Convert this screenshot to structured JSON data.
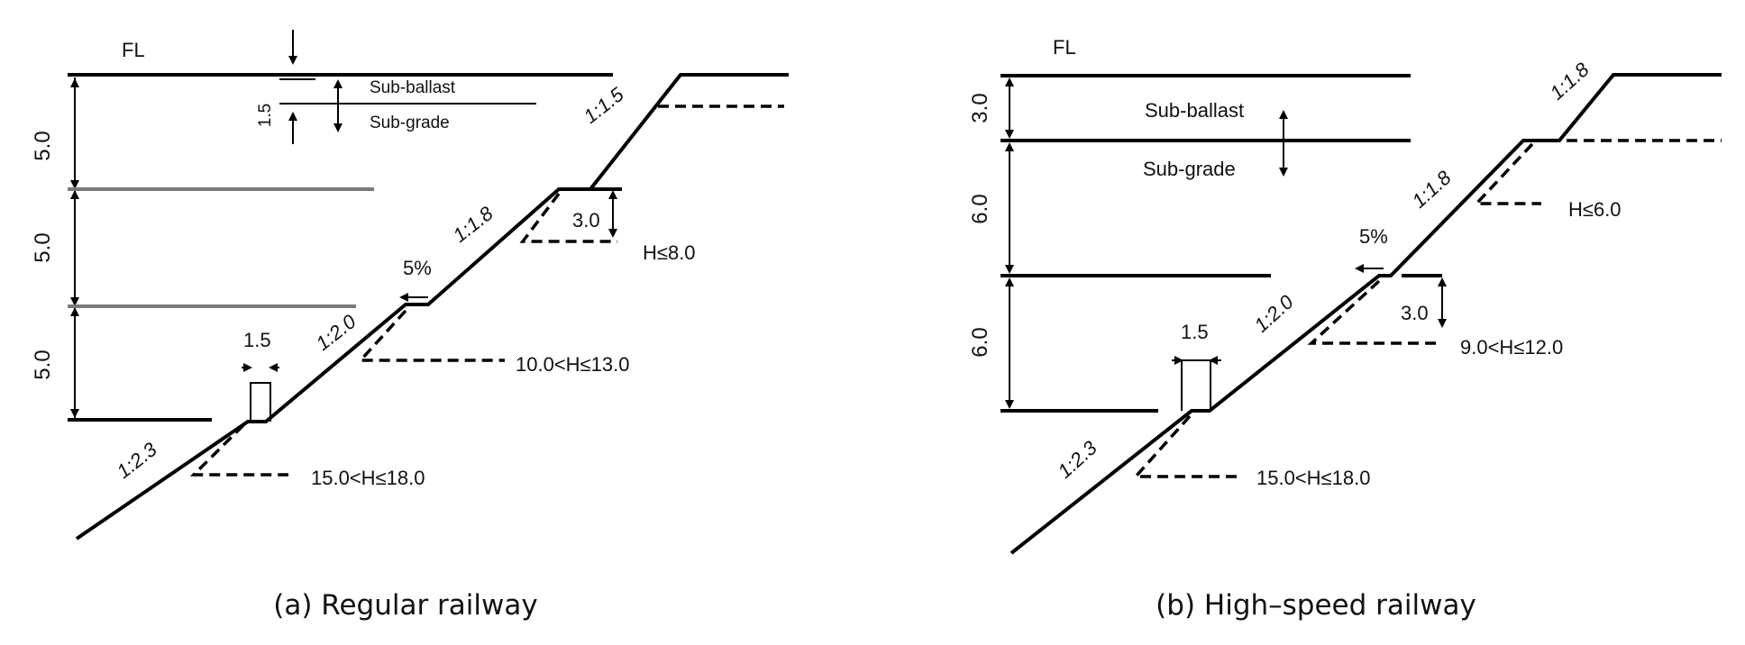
{
  "panel_a": {
    "caption": "(a)  Regular railway",
    "fl": "FL",
    "sub_ballast": "Sub-ballast",
    "sub_grade": "Sub-grade",
    "dim_layer": "1.5",
    "dim_h1": "5.0",
    "dim_h2": "5.0",
    "dim_h3": "5.0",
    "berm_width": "1.5",
    "berm_offset": "3.0",
    "slope_top": "1:1.5",
    "slope_2": "1:1.8",
    "slope_3": "1:2.0",
    "slope_4": "1:2.3",
    "gradient": "5%",
    "h_range_1": "H≤8.0",
    "h_range_2": "10.0<H≤13.0",
    "h_range_3": "15.0<H≤18.0"
  },
  "panel_b": {
    "caption": "(b)  High–speed railway",
    "fl": "FL",
    "sub_ballast": "Sub-ballast",
    "sub_grade": "Sub-grade",
    "dim_h1": "3.0",
    "dim_h2": "6.0",
    "dim_h3": "6.0",
    "berm_width": "1.5",
    "berm_offset": "3.0",
    "slope_top": "1:1.8",
    "slope_2": "1:1.8",
    "slope_3": "1:2.0",
    "slope_4": "1:2.3",
    "gradient": "5%",
    "h_range_1": "H≤6.0",
    "h_range_2": "9.0<H≤12.0",
    "h_range_3": "15.0<H≤18.0"
  }
}
